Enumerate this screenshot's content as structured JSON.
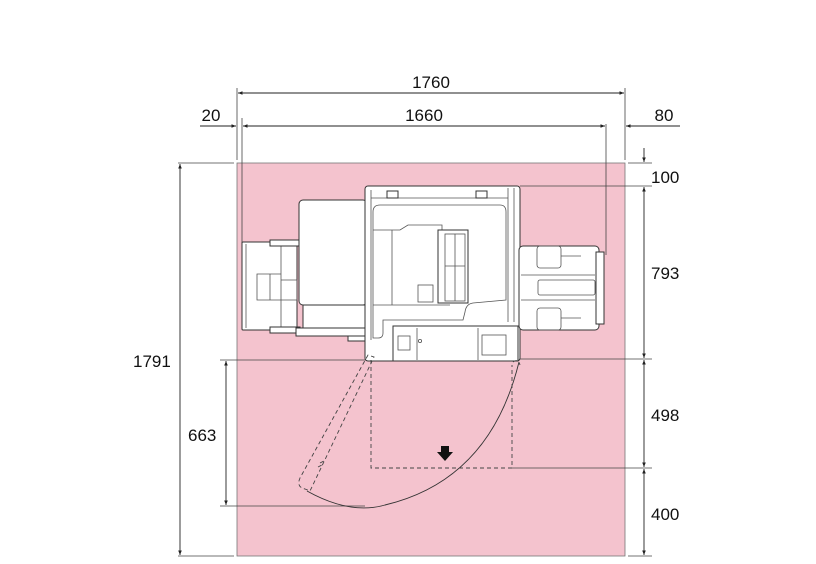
{
  "diagram": {
    "type": "installation-floor-plan",
    "area_color": "#f4c3ce",
    "line_color": "#222222",
    "dimensions": {
      "overall_width": "1760",
      "main_width": "1660",
      "left_clearance": "20",
      "right_clearance": "80",
      "overall_depth": "1791",
      "door_swing_depth": "663",
      "rear_clearance": "100",
      "machine_depth": "793",
      "drawer_depth": "498",
      "front_clearance": "400"
    },
    "symbols": {
      "drawer_direction": "arrow-down"
    }
  }
}
